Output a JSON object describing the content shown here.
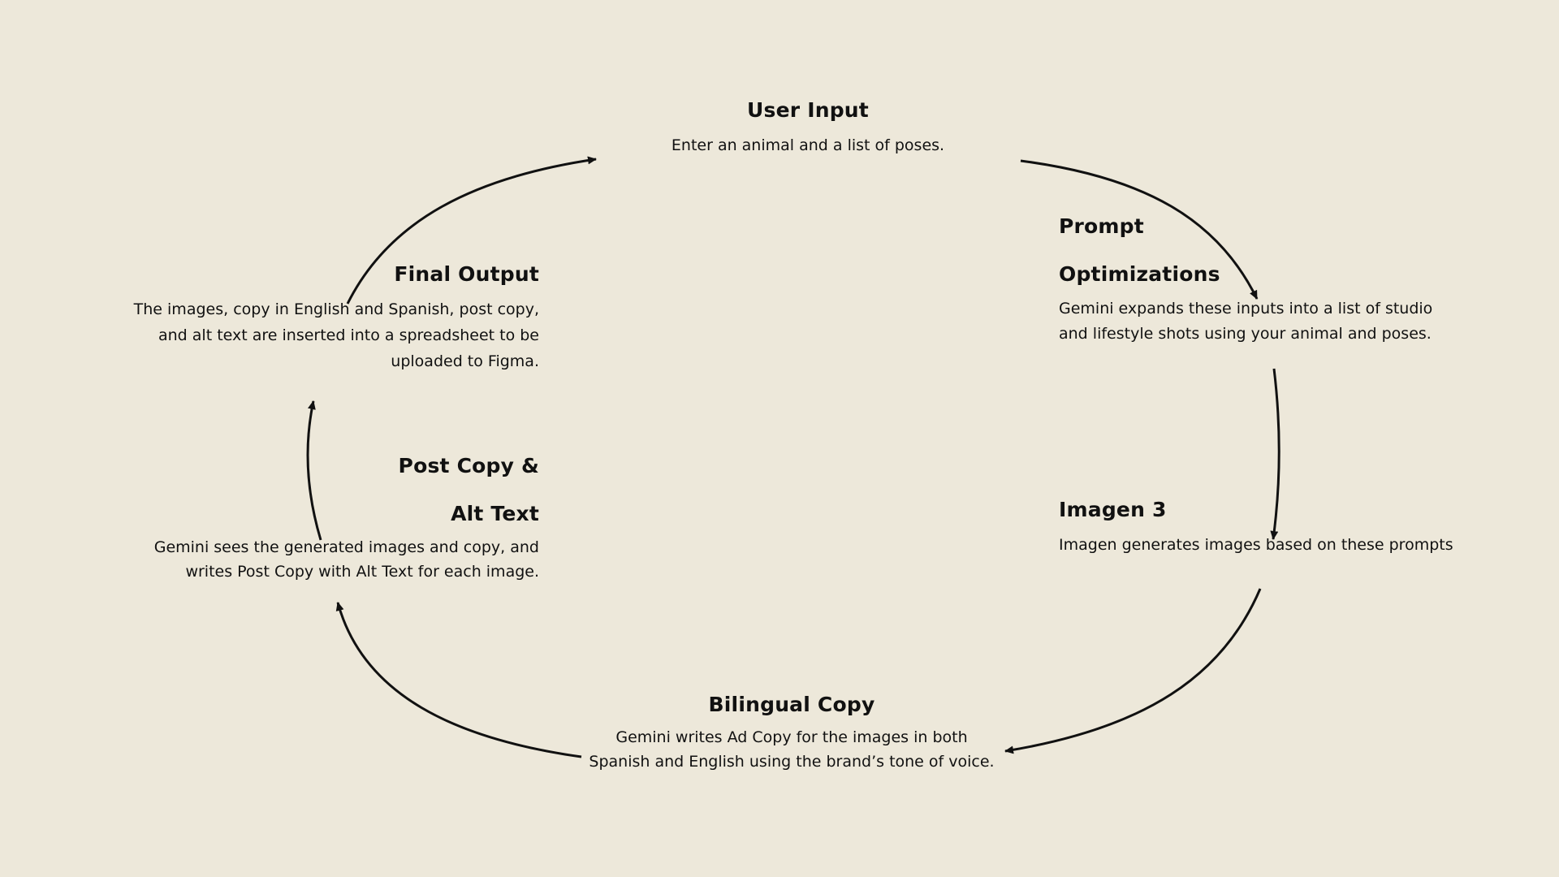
{
  "nodes": {
    "user_input": {
      "title": "User Input",
      "description": "Enter an animal and a list of poses."
    },
    "prompt_optimizations": {
      "title_line1": "Prompt",
      "title_line2": "Optimizations",
      "description_line1": "Gemini expands these inputs into a list of studio",
      "description_line2": "and lifestyle shots using your animal and poses."
    },
    "imagen": {
      "title": "Imagen 3",
      "description": "Imagen generates images based on these prompts"
    },
    "bilingual_copy": {
      "title": "Bilingual Copy",
      "description_line1": "Gemini writes Ad Copy for the images in both",
      "description_line2": "Spanish and English using the brand’s tone of voice."
    },
    "post_copy": {
      "title_line1": "Post Copy &",
      "title_line2": "Alt Text",
      "description_line1": "Gemini sees the generated images and copy, and",
      "description_line2": "writes Post Copy with Alt Text for each image."
    },
    "final_output": {
      "title": "Final Output",
      "description_line1": "The images, copy in English and Spanish, post copy,",
      "description_line2": "and alt text are inserted into a spreadsheet to be",
      "description_line3": "uploaded to Figma."
    }
  },
  "colors": {
    "background": "#ede8da",
    "text": "#111111",
    "arrow": "#111111"
  }
}
